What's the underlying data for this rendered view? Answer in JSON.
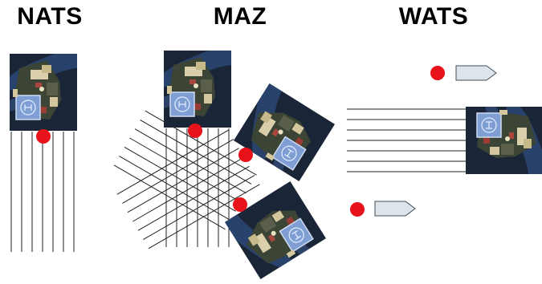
{
  "headings": {
    "nats": "NATS",
    "maz": "MAZ",
    "wats": "WATS"
  },
  "colors": {
    "background": "#ffffff",
    "streamer_line": "#222222",
    "source_dot": "#e8121a",
    "vessel_fill": "#dde5ea",
    "vessel_stroke": "#3d4f5c",
    "platform_dark": "#1b2538",
    "helideck": "#7f9fd4"
  },
  "icons": {
    "source": "red-dot-icon",
    "platform": "platform-aerial-photo-icon",
    "vessel": "source-vessel-icon"
  }
}
